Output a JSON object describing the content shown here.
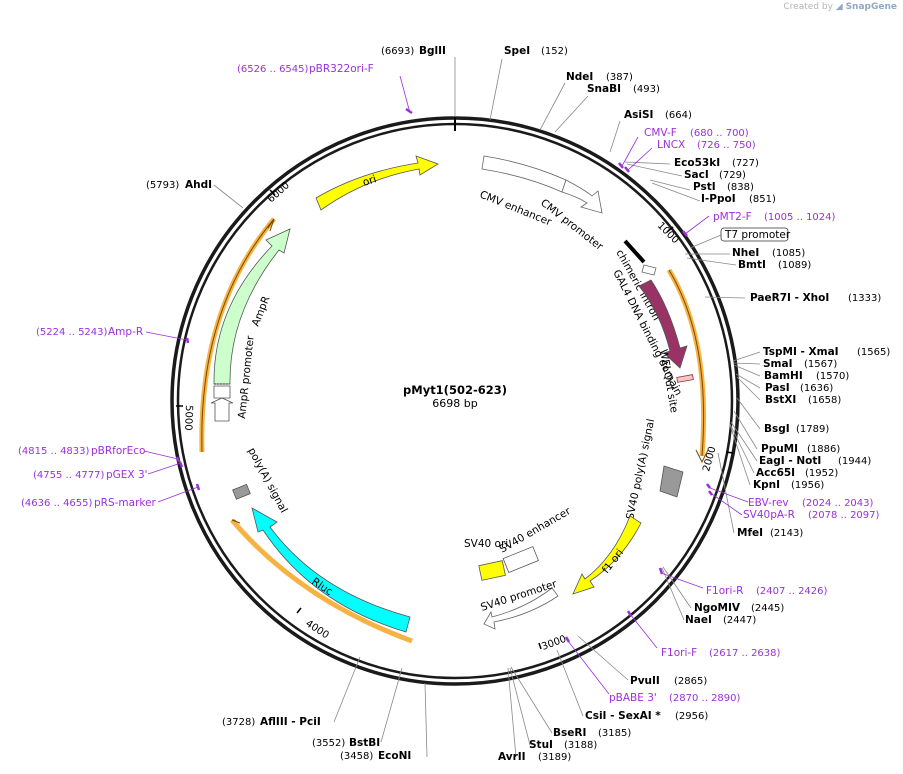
{
  "attribution": {
    "prefix": "Created by",
    "brand": "SnapGene"
  },
  "plasmid": {
    "name": "pMyt1(502-623)",
    "size_label": "6698 bp",
    "length": 6698
  },
  "ticks": [
    "1000",
    "2000",
    "3000",
    "4000",
    "5000",
    "6000"
  ],
  "enzymes": [
    {
      "name": "BglII",
      "pos": "(6693)"
    },
    {
      "name": "SpeI",
      "pos": "(152)"
    },
    {
      "name": "NdeI",
      "pos": "(387)"
    },
    {
      "name": "SnaBI",
      "pos": "(493)"
    },
    {
      "name": "AsiSI",
      "pos": "(664)"
    },
    {
      "name": "Eco53kI",
      "pos": "(727)"
    },
    {
      "name": "SacI",
      "pos": "(729)"
    },
    {
      "name": "PstI",
      "pos": "(838)"
    },
    {
      "name": "I-PpoI",
      "pos": "(851)"
    },
    {
      "name": "NheI",
      "pos": "(1085)"
    },
    {
      "name": "BmtI",
      "pos": "(1089)"
    },
    {
      "name": "PaeR7I - XhoI",
      "pos": "(1333)"
    },
    {
      "name": "TspMI - XmaI",
      "pos": "(1565)"
    },
    {
      "name": "SmaI",
      "pos": "(1567)"
    },
    {
      "name": "BamHI",
      "pos": "(1570)"
    },
    {
      "name": "PasI",
      "pos": "(1636)"
    },
    {
      "name": "BstXI",
      "pos": "(1658)"
    },
    {
      "name": "BsgI",
      "pos": "(1789)"
    },
    {
      "name": "PpuMI",
      "pos": "(1886)"
    },
    {
      "name": "EagI - NotI",
      "pos": "(1944)"
    },
    {
      "name": "Acc65I",
      "pos": "(1952)"
    },
    {
      "name": "KpnI",
      "pos": "(1956)"
    },
    {
      "name": "MfeI",
      "pos": "(2143)"
    },
    {
      "name": "NgoMIV",
      "pos": "(2445)"
    },
    {
      "name": "NaeI",
      "pos": "(2447)"
    },
    {
      "name": "PvuII",
      "pos": "(2865)"
    },
    {
      "name": "CsiI - SexAI *",
      "pos": "(2956)"
    },
    {
      "name": "BseRI",
      "pos": "(3185)"
    },
    {
      "name": "StuI",
      "pos": "(3188)"
    },
    {
      "name": "AvrII",
      "pos": "(3189)"
    },
    {
      "name": "EcoNI",
      "pos": "(3458)"
    },
    {
      "name": "BstBI",
      "pos": "(3552)"
    },
    {
      "name": "AflIII - PciI",
      "pos": "(3728)"
    },
    {
      "name": "AhdI",
      "pos": "(5793)"
    }
  ],
  "primers": [
    {
      "name": "pBR322ori-F",
      "pos": "(6526 .. 6545)"
    },
    {
      "name": "CMV-F",
      "pos": "(680 .. 700)"
    },
    {
      "name": "LNCX",
      "pos": "(726 .. 750)"
    },
    {
      "name": "pMT2-F",
      "pos": "(1005 .. 1024)"
    },
    {
      "name": "EBV-rev",
      "pos": "(2024 .. 2043)"
    },
    {
      "name": "SV40pA-R",
      "pos": "(2078 .. 2097)"
    },
    {
      "name": "F1ori-R",
      "pos": "(2407 .. 2426)"
    },
    {
      "name": "F1ori-F",
      "pos": "(2617 .. 2638)"
    },
    {
      "name": "pBABE 3'",
      "pos": "(2870 .. 2890)"
    },
    {
      "name": "Amp-R",
      "pos": "(5224 .. 5243)"
    },
    {
      "name": "pBRforEco",
      "pos": "(4815 .. 4833)"
    },
    {
      "name": "pGEX 3'",
      "pos": "(4755 .. 4777)"
    },
    {
      "name": "pRS-marker",
      "pos": "(4636 .. 4655)"
    }
  ],
  "features": {
    "ori": "ori",
    "cmv_enhancer": "CMV enhancer",
    "cmv_promoter": "CMV promoter",
    "t7_promoter": "T7 promoter",
    "chimeric_intron": "chimeric intron",
    "gal4": "GAL4 DNA binding domain",
    "welqut": "WELQut site",
    "sv40_polya_signal": "SV40 poly(A) signal",
    "f1_ori": "f1 ori",
    "sv40_ori": "SV40 ori",
    "sv40_enhancer": "SV40 enhancer",
    "sv40_promoter": "SV40 promoter",
    "rluc": "Rluc",
    "polya_signal": "poly(A) signal",
    "ampr": "AmpR",
    "ampr_promoter": "AmpR promoter"
  },
  "colors": {
    "backbone": "#1a1a1a",
    "ori": "#ffff00",
    "gal4": "#993366",
    "f1_ori": "#ffff00",
    "sv40_ori": "#ffff00",
    "rluc": "#00ffff",
    "ampr": "#ccffcc",
    "orange_highlight": "#f5a623",
    "primer": "#9b30d9",
    "terminator_gray": "#999999"
  }
}
